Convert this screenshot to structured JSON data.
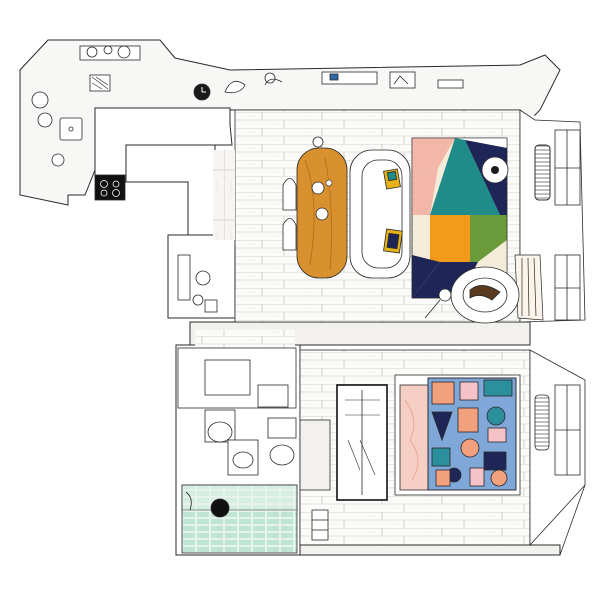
{
  "plan": {
    "title": "",
    "colors": {
      "background": "#ffffff",
      "line": "#2a2a2a",
      "wall_top": "#f7f7f5",
      "floor": "#fbfbf9",
      "plank_line": "#d2d0cc",
      "table_wood": "#d9912f",
      "table_wood_dark": "#b8741d",
      "rug_pink": "#f3b7aa",
      "rug_navy": "#1e2658",
      "rug_teal": "#1f8c8a",
      "rug_green": "#6a9a3a",
      "rug_orange": "#f39a1d",
      "rug_cream": "#f4ecd8",
      "rug_blue": "#2e67a8",
      "mustard": "#e6b219",
      "bed_blue": "#7fa7d8",
      "bed_peach": "#f3a07f",
      "bed_teal": "#2b8f9c",
      "bed_pink": "#f5c2c7",
      "shower_tile": "#bfe4d4",
      "shower_floor": "#e6f3ec",
      "duvet_pink": "#f6cfc4"
    },
    "rooms": [
      {
        "name": "kitchen"
      },
      {
        "name": "living-dining"
      },
      {
        "name": "bathroom"
      },
      {
        "name": "bedroom"
      }
    ],
    "furniture": [
      {
        "name": "dining-table"
      },
      {
        "name": "sofa"
      },
      {
        "name": "geometric-rug"
      },
      {
        "name": "armchair"
      },
      {
        "name": "floor-lamp"
      },
      {
        "name": "wardrobe"
      },
      {
        "name": "bed"
      },
      {
        "name": "patterned-blanket"
      },
      {
        "name": "stovetop"
      },
      {
        "name": "sink"
      },
      {
        "name": "toilet"
      },
      {
        "name": "shower"
      },
      {
        "name": "radiator"
      },
      {
        "name": "window"
      }
    ],
    "icons": [
      "clock-icon",
      "plant-icon",
      "chair-icon",
      "cushion-icon",
      "pendant-lamp-icon"
    ]
  }
}
